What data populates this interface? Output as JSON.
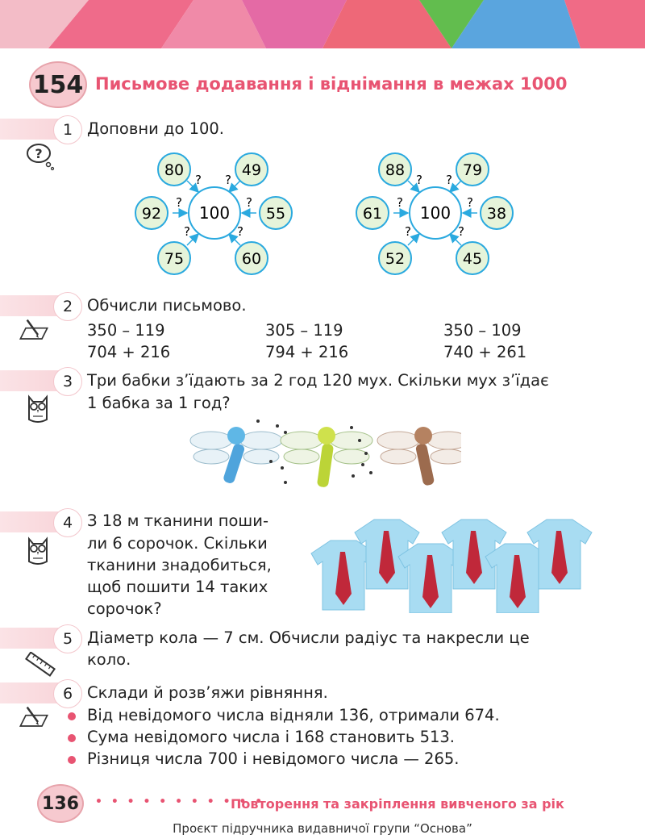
{
  "header": {
    "lesson_number": "154",
    "title": "Письмове додавання і віднімання в межах 1000"
  },
  "task1": {
    "number": "1",
    "text": "Доповни до 100.",
    "center": "100",
    "question": "?",
    "diagram_a": [
      "80",
      "49",
      "92",
      "55",
      "75",
      "60"
    ],
    "diagram_b": [
      "88",
      "79",
      "61",
      "38",
      "52",
      "45"
    ]
  },
  "task2": {
    "number": "2",
    "text": "Обчисли письмово.",
    "col1": [
      "350  –  119",
      "704  +  216"
    ],
    "col2": [
      "305  –  119",
      "794  +  216"
    ],
    "col3": [
      "350  –  109",
      "740  +  261"
    ]
  },
  "task3": {
    "number": "3",
    "line1": "Три бабки з’їдають за 2 год 120 мух. Скільки мух з’їдає",
    "line2": "1 бабка за 1 год?"
  },
  "task4": {
    "number": "4",
    "lines": [
      "З 18 м тканини поши-",
      "ли 6 сорочок. Скільки",
      "тканини знадобиться,",
      "щоб пошити 14 таких",
      "сорочок?"
    ]
  },
  "task5": {
    "number": "5",
    "line1": "Діаметр кола — 7 см. Обчисли радіус та накресли це",
    "line2": "коло."
  },
  "task6": {
    "number": "6",
    "text": "Склади й розв’яжи рівняння.",
    "items": [
      "Від невідомого числа відняли 136, отримали 674.",
      "Сума невідомого числа і 168 становить 513.",
      "Різниця числа 700 і невідомого числа — 265."
    ]
  },
  "footer": {
    "page_number": "136",
    "dots": "• • • • • • • • • • •",
    "section": "Повторення та закріплення вивченого за рік",
    "credit": "Проєкт підручника видавничої групи “Основа”"
  },
  "colors": {
    "accent": "#e85472",
    "circle_fill": "#e6f4da",
    "circle_stroke": "#2aa9df"
  }
}
